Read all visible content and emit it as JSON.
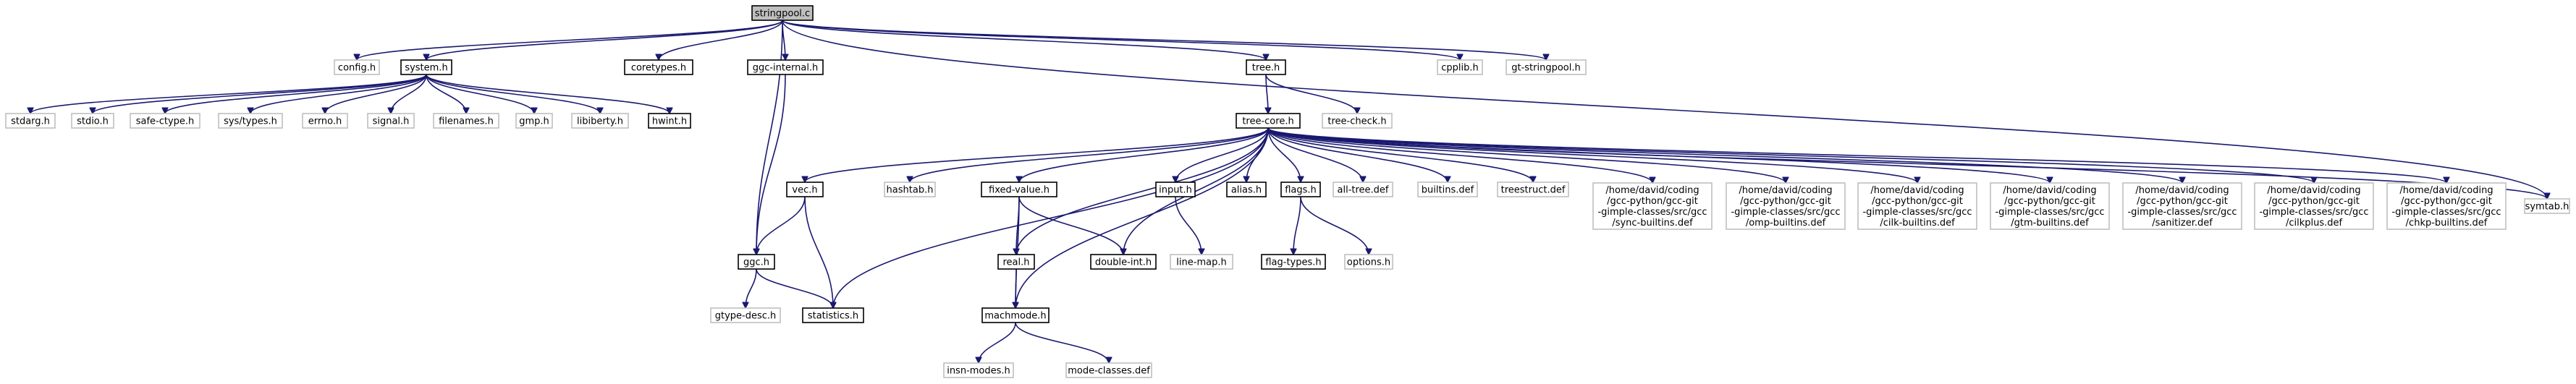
{
  "graph": {
    "colors": {
      "background": "#ffffff",
      "root_fill": "#bfbfbf",
      "documented_border": "#000000",
      "external_border": "#bfbfbf",
      "include_edge": "#191970"
    },
    "nodes": [
      {
        "id": "stringpool",
        "lines": [
          "stringpool.c"
        ],
        "kind": "root"
      },
      {
        "id": "config",
        "lines": [
          "config.h"
        ],
        "kind": "ext"
      },
      {
        "id": "system",
        "lines": [
          "system.h"
        ],
        "kind": "doc"
      },
      {
        "id": "coretypes",
        "lines": [
          "coretypes.h"
        ],
        "kind": "doc"
      },
      {
        "id": "ggcinternal",
        "lines": [
          "ggc-internal.h"
        ],
        "kind": "doc"
      },
      {
        "id": "tree",
        "lines": [
          "tree.h"
        ],
        "kind": "doc"
      },
      {
        "id": "cpplib",
        "lines": [
          "cpplib.h"
        ],
        "kind": "ext"
      },
      {
        "id": "gtstringpool",
        "lines": [
          "gt-stringpool.h"
        ],
        "kind": "ext"
      },
      {
        "id": "stdarg",
        "lines": [
          "stdarg.h"
        ],
        "kind": "ext"
      },
      {
        "id": "stdio",
        "lines": [
          "stdio.h"
        ],
        "kind": "ext"
      },
      {
        "id": "safectype",
        "lines": [
          "safe-ctype.h"
        ],
        "kind": "ext"
      },
      {
        "id": "systypes",
        "lines": [
          "sys/types.h"
        ],
        "kind": "ext"
      },
      {
        "id": "errno",
        "lines": [
          "errno.h"
        ],
        "kind": "ext"
      },
      {
        "id": "signal",
        "lines": [
          "signal.h"
        ],
        "kind": "ext"
      },
      {
        "id": "filenames",
        "lines": [
          "filenames.h"
        ],
        "kind": "ext"
      },
      {
        "id": "gmp",
        "lines": [
          "gmp.h"
        ],
        "kind": "ext"
      },
      {
        "id": "libiberty",
        "lines": [
          "libiberty.h"
        ],
        "kind": "ext"
      },
      {
        "id": "hwint",
        "lines": [
          "hwint.h"
        ],
        "kind": "doc"
      },
      {
        "id": "treecore",
        "lines": [
          "tree-core.h"
        ],
        "kind": "doc"
      },
      {
        "id": "treecheck",
        "lines": [
          "tree-check.h"
        ],
        "kind": "ext"
      },
      {
        "id": "vec",
        "lines": [
          "vec.h"
        ],
        "kind": "doc"
      },
      {
        "id": "hashtab",
        "lines": [
          "hashtab.h"
        ],
        "kind": "ext"
      },
      {
        "id": "fixedvalue",
        "lines": [
          "fixed-value.h"
        ],
        "kind": "doc"
      },
      {
        "id": "input",
        "lines": [
          "input.h"
        ],
        "kind": "doc"
      },
      {
        "id": "alias",
        "lines": [
          "alias.h"
        ],
        "kind": "doc"
      },
      {
        "id": "flags",
        "lines": [
          "flags.h"
        ],
        "kind": "doc"
      },
      {
        "id": "alltree",
        "lines": [
          "all-tree.def"
        ],
        "kind": "ext"
      },
      {
        "id": "builtins",
        "lines": [
          "builtins.def"
        ],
        "kind": "ext"
      },
      {
        "id": "treestruct",
        "lines": [
          "treestruct.def"
        ],
        "kind": "ext"
      },
      {
        "id": "syncbuiltins",
        "lines": [
          "/home/david/coding",
          "/gcc-python/gcc-git",
          "-gimple-classes/src/gcc",
          "/sync-builtins.def"
        ],
        "kind": "ext"
      },
      {
        "id": "ompbuiltins",
        "lines": [
          "/home/david/coding",
          "/gcc-python/gcc-git",
          "-gimple-classes/src/gcc",
          "/omp-builtins.def"
        ],
        "kind": "ext"
      },
      {
        "id": "cilkbuiltins",
        "lines": [
          "/home/david/coding",
          "/gcc-python/gcc-git",
          "-gimple-classes/src/gcc",
          "/cilk-builtins.def"
        ],
        "kind": "ext"
      },
      {
        "id": "gtmbuiltins",
        "lines": [
          "/home/david/coding",
          "/gcc-python/gcc-git",
          "-gimple-classes/src/gcc",
          "/gtm-builtins.def"
        ],
        "kind": "ext"
      },
      {
        "id": "sanitizer",
        "lines": [
          "/home/david/coding",
          "/gcc-python/gcc-git",
          "-gimple-classes/src/gcc",
          "/sanitizer.def"
        ],
        "kind": "ext"
      },
      {
        "id": "cilkplus",
        "lines": [
          "/home/david/coding",
          "/gcc-python/gcc-git",
          "-gimple-classes/src/gcc",
          "/cilkplus.def"
        ],
        "kind": "ext"
      },
      {
        "id": "chkpbuiltins",
        "lines": [
          "/home/david/coding",
          "/gcc-python/gcc-git",
          "-gimple-classes/src/gcc",
          "/chkp-builtins.def"
        ],
        "kind": "ext"
      },
      {
        "id": "symtab",
        "lines": [
          "symtab.h"
        ],
        "kind": "ext"
      },
      {
        "id": "ggc",
        "lines": [
          "ggc.h"
        ],
        "kind": "doc"
      },
      {
        "id": "real",
        "lines": [
          "real.h"
        ],
        "kind": "doc"
      },
      {
        "id": "doubleint",
        "lines": [
          "double-int.h"
        ],
        "kind": "doc"
      },
      {
        "id": "linemap",
        "lines": [
          "line-map.h"
        ],
        "kind": "ext"
      },
      {
        "id": "flagtypes",
        "lines": [
          "flag-types.h"
        ],
        "kind": "doc"
      },
      {
        "id": "options",
        "lines": [
          "options.h"
        ],
        "kind": "ext"
      },
      {
        "id": "gtypedesc",
        "lines": [
          "gtype-desc.h"
        ],
        "kind": "ext"
      },
      {
        "id": "statistics",
        "lines": [
          "statistics.h"
        ],
        "kind": "doc"
      },
      {
        "id": "machmode",
        "lines": [
          "machmode.h"
        ],
        "kind": "doc"
      },
      {
        "id": "insnmodes",
        "lines": [
          "insn-modes.h"
        ],
        "kind": "ext"
      },
      {
        "id": "modeclasses",
        "lines": [
          "mode-classes.def"
        ],
        "kind": "ext"
      }
    ],
    "edges": [
      [
        "stringpool",
        "config"
      ],
      [
        "stringpool",
        "system"
      ],
      [
        "stringpool",
        "coretypes"
      ],
      [
        "stringpool",
        "ggcinternal"
      ],
      [
        "stringpool",
        "tree"
      ],
      [
        "stringpool",
        "cpplib"
      ],
      [
        "stringpool",
        "gtstringpool"
      ],
      [
        "stringpool",
        "ggc"
      ],
      [
        "stringpool",
        "symtab"
      ],
      [
        "system",
        "stdarg"
      ],
      [
        "system",
        "stdio"
      ],
      [
        "system",
        "safectype"
      ],
      [
        "system",
        "systypes"
      ],
      [
        "system",
        "errno"
      ],
      [
        "system",
        "signal"
      ],
      [
        "system",
        "filenames"
      ],
      [
        "system",
        "gmp"
      ],
      [
        "system",
        "libiberty"
      ],
      [
        "system",
        "hwint"
      ],
      [
        "ggcinternal",
        "ggc"
      ],
      [
        "tree",
        "treecore"
      ],
      [
        "tree",
        "treecheck"
      ],
      [
        "treecore",
        "vec"
      ],
      [
        "treecore",
        "hashtab"
      ],
      [
        "treecore",
        "fixedvalue"
      ],
      [
        "treecore",
        "input"
      ],
      [
        "treecore",
        "alias"
      ],
      [
        "treecore",
        "flags"
      ],
      [
        "treecore",
        "alltree"
      ],
      [
        "treecore",
        "builtins"
      ],
      [
        "treecore",
        "treestruct"
      ],
      [
        "treecore",
        "syncbuiltins"
      ],
      [
        "treecore",
        "ompbuiltins"
      ],
      [
        "treecore",
        "cilkbuiltins"
      ],
      [
        "treecore",
        "gtmbuiltins"
      ],
      [
        "treecore",
        "sanitizer"
      ],
      [
        "treecore",
        "cilkplus"
      ],
      [
        "treecore",
        "chkpbuiltins"
      ],
      [
        "treecore",
        "symtab"
      ],
      [
        "treecore",
        "machmode"
      ],
      [
        "treecore",
        "statistics"
      ],
      [
        "treecore",
        "real"
      ],
      [
        "treecore",
        "doubleint"
      ],
      [
        "vec",
        "ggc"
      ],
      [
        "vec",
        "statistics"
      ],
      [
        "ggc",
        "gtypedesc"
      ],
      [
        "ggc",
        "statistics"
      ],
      [
        "fixedvalue",
        "real"
      ],
      [
        "fixedvalue",
        "doubleint"
      ],
      [
        "fixedvalue",
        "machmode"
      ],
      [
        "real",
        "machmode"
      ],
      [
        "input",
        "linemap"
      ],
      [
        "flags",
        "flagtypes"
      ],
      [
        "flags",
        "options"
      ],
      [
        "machmode",
        "insnmodes"
      ],
      [
        "machmode",
        "modeclasses"
      ]
    ]
  }
}
